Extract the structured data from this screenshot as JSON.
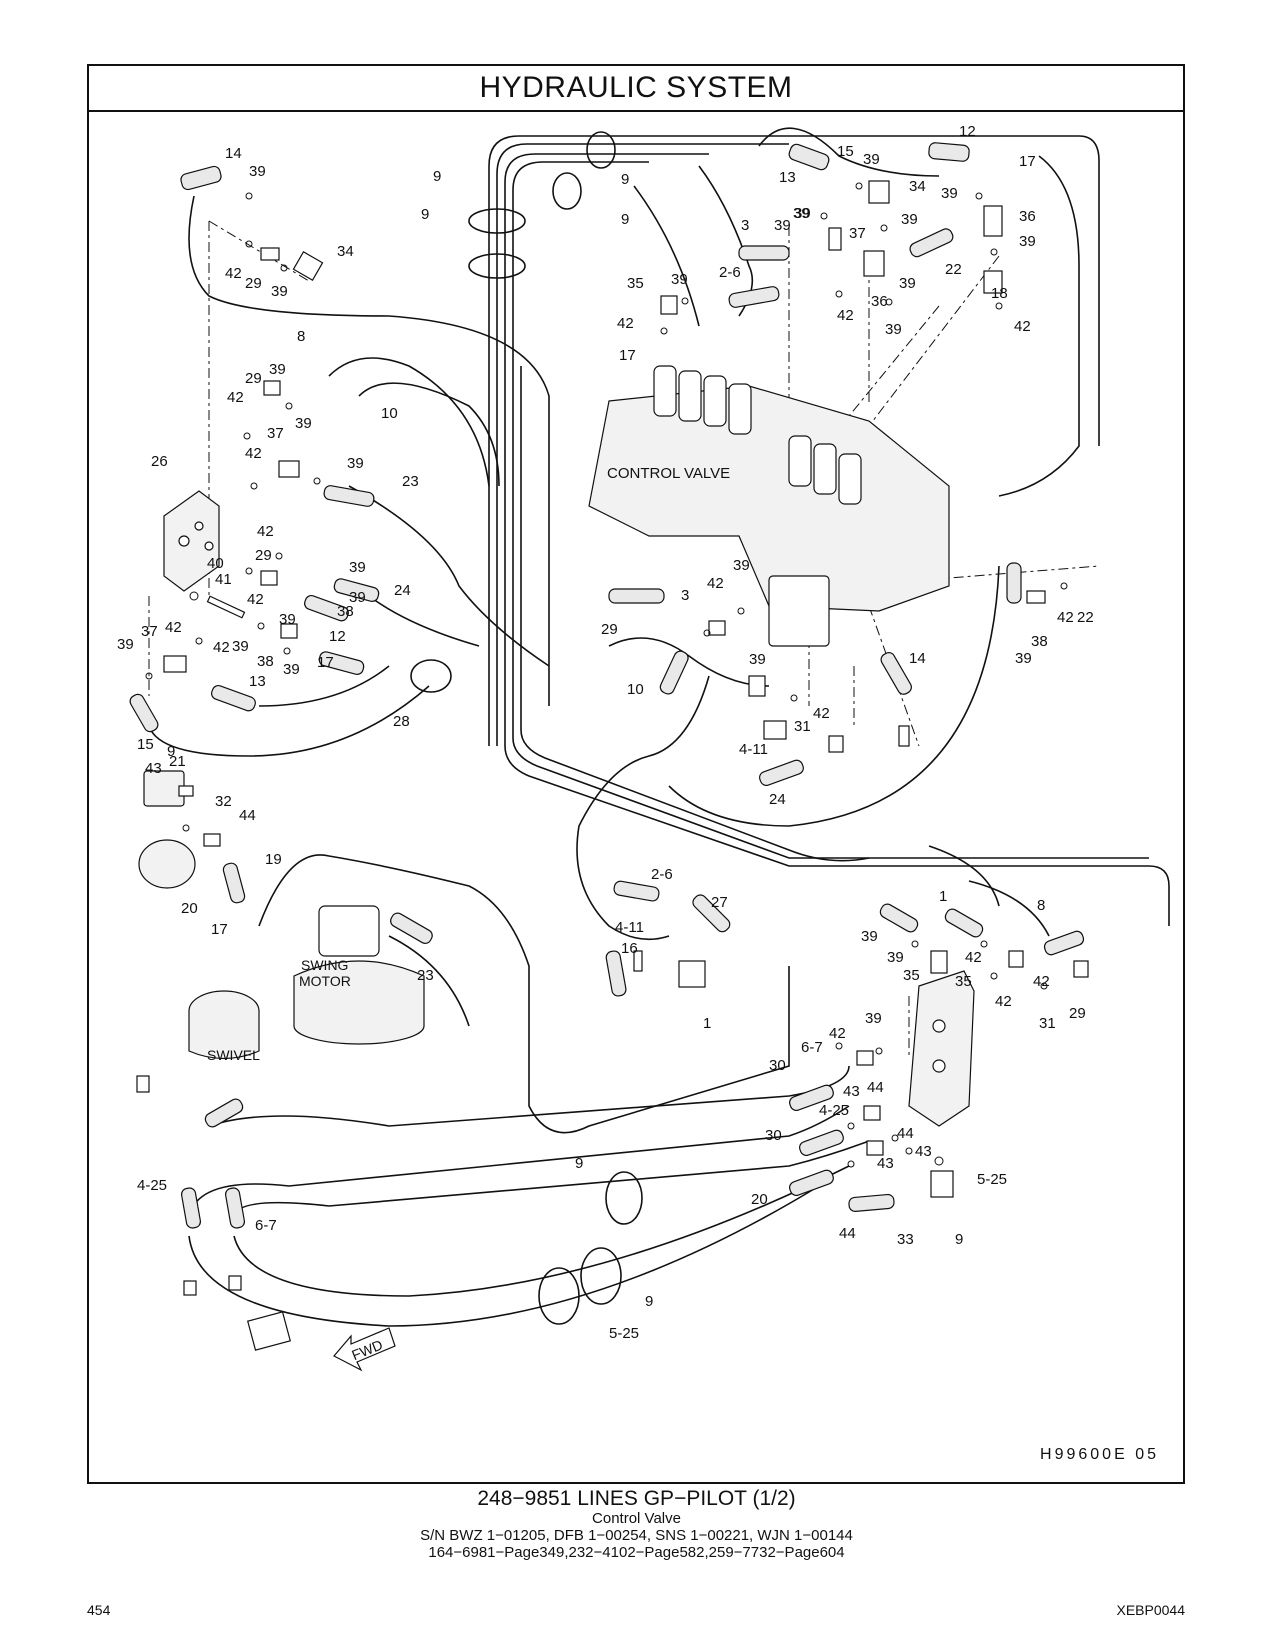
{
  "diagram": {
    "title": "HYDRAULIC   SYSTEM",
    "drawing_code": "H99600E   05",
    "component_labels": {
      "control_valve": "CONTROL  VALVE",
      "swing_motor_1": "SWING",
      "swing_motor_2": "MOTOR",
      "swivel": "SWIVEL",
      "fwd": "FWD"
    },
    "callouts": [
      "14",
      "39",
      "34",
      "42",
      "29",
      "39",
      "9",
      "9",
      "9",
      "9",
      "12",
      "15",
      "39",
      "17",
      "13",
      "39",
      "34",
      "39",
      "39",
      "3",
      "39",
      "37",
      "39",
      "36",
      "39",
      "2-6",
      "22",
      "39",
      "18",
      "42",
      "36",
      "42",
      "39",
      "35",
      "39",
      "42",
      "17",
      "8",
      "39",
      "29",
      "42",
      "37",
      "39",
      "10",
      "26",
      "42",
      "39",
      "23",
      "42",
      "29",
      "39",
      "40",
      "41",
      "42",
      "39",
      "24",
      "38",
      "39",
      "12",
      "37",
      "42",
      "39",
      "42",
      "39",
      "38",
      "39",
      "17",
      "13",
      "15",
      "9",
      "28",
      "21",
      "43",
      "32",
      "44",
      "19",
      "20",
      "17",
      "29",
      "42",
      "39",
      "3",
      "10",
      "39",
      "42",
      "31",
      "4-11",
      "24",
      "39",
      "38",
      "42",
      "22",
      "14",
      "2-6",
      "27",
      "4-11",
      "16",
      "1",
      "23",
      "1",
      "8",
      "39",
      "39",
      "42",
      "35",
      "35",
      "42",
      "42",
      "31",
      "29",
      "42",
      "39",
      "6-7",
      "30",
      "43",
      "44",
      "4-25",
      "30",
      "44",
      "43",
      "43",
      "5-25",
      "20",
      "44",
      "33",
      "9",
      "9",
      "9",
      "5-25",
      "4-25",
      "6-7"
    ]
  },
  "caption": {
    "line1": "248−9851   LINES  GP−PILOT (1/2)",
    "line2": "Control  Valve",
    "line3": "S/N BWZ 1−01205, DFB 1−00254, SNS 1−00221, WJN 1−00144",
    "line4": "164−6981−Page349,232−4102−Page582,259−7732−Page604"
  },
  "footer": {
    "page_number": "454",
    "document_code": "XEBP0044"
  }
}
